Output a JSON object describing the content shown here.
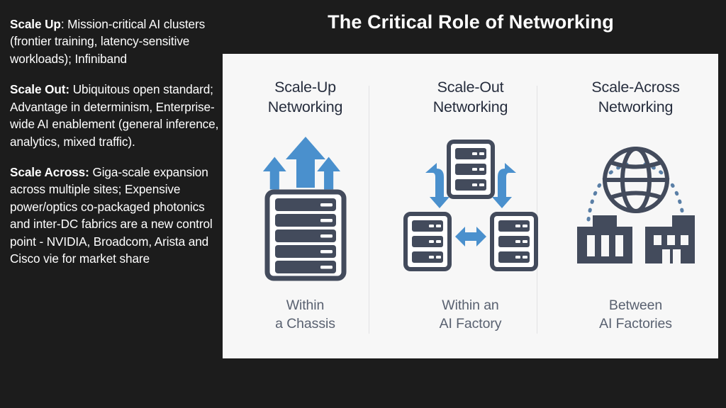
{
  "slide": {
    "background_color": "#1c1c1c",
    "panel_background_color": "#f7f7f7",
    "accent_blue": "#4a90cd",
    "icon_dark": "#434b5c",
    "heading_color": "#262d3d",
    "caption_color": "#596170"
  },
  "title": "The Critical Role of Networking",
  "notes": {
    "paragraphs": [
      {
        "lead": "Scale Up",
        "body": ": Mission-critical AI clusters (frontier training, latency-sensitive workloads); Infiniband"
      },
      {
        "lead": "Scale Out:",
        "body": " Ubiquitous open standard; Advantage in determinism, Enterprise-wide AI enablement (general inference, analytics, mixed traffic)."
      },
      {
        "lead": "Scale Across:",
        "body": "  Giga-scale expansion across multiple sites; Expensive power/optics co-packaged photonics and inter-DC fabrics  are a new control point - NVIDIA, Broadcom, Arista and Cisco vie for market share"
      }
    ]
  },
  "columns": [
    {
      "heading": "Scale-Up\nNetworking",
      "caption": "Within\na Chassis",
      "icon": "chassis-with-up-arrows-icon",
      "icon_parts": {
        "arrows": 3,
        "server_slots": 5
      }
    },
    {
      "heading": "Scale-Out\nNetworking",
      "caption": "Within an\nAI Factory",
      "icon": "three-servers-with-arrows-icon",
      "icon_parts": {
        "servers": 3,
        "curved_arrows": 2,
        "straight_arrows": 1
      }
    },
    {
      "heading": "Scale-Across\nNetworking",
      "caption": "Between\nAI Factories",
      "icon": "globe-with-two-buildings-icon",
      "icon_parts": {
        "globe": 1,
        "buildings": 2,
        "dotted_arcs": 2
      }
    }
  ]
}
